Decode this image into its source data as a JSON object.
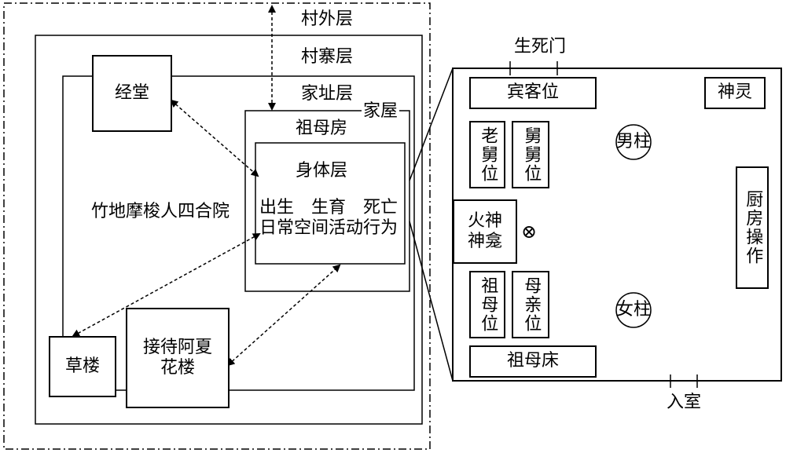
{
  "layers": {
    "outer": "村外层",
    "village": "村寨层",
    "homestead": "家址层",
    "house": "家屋",
    "body": "身体层"
  },
  "nodes": {
    "jingtang": "经堂",
    "siheyuan": "竹地摩梭人四合院",
    "caolou": "草楼",
    "flower_house": [
      "接待阿夏",
      "花楼"
    ],
    "zumufang": "祖母房",
    "life_events": "出生　生育　死亡",
    "daily": "日常空间活动行为"
  },
  "room": {
    "gate": "生死门",
    "entry": "入室",
    "guest": "宾客位",
    "spirit": "神灵",
    "laojiu": "老舅位",
    "jiujiu": "舅舅位",
    "male_pillar": "男柱",
    "female_pillar": "女柱",
    "kitchen": "厨房操作",
    "fire_god": [
      "火神",
      "神龛"
    ],
    "hearth_symbol": "⊗",
    "grandmother_seat": "祖母位",
    "mother_seat": "母亲位",
    "grandmother_bed": "祖母床"
  }
}
